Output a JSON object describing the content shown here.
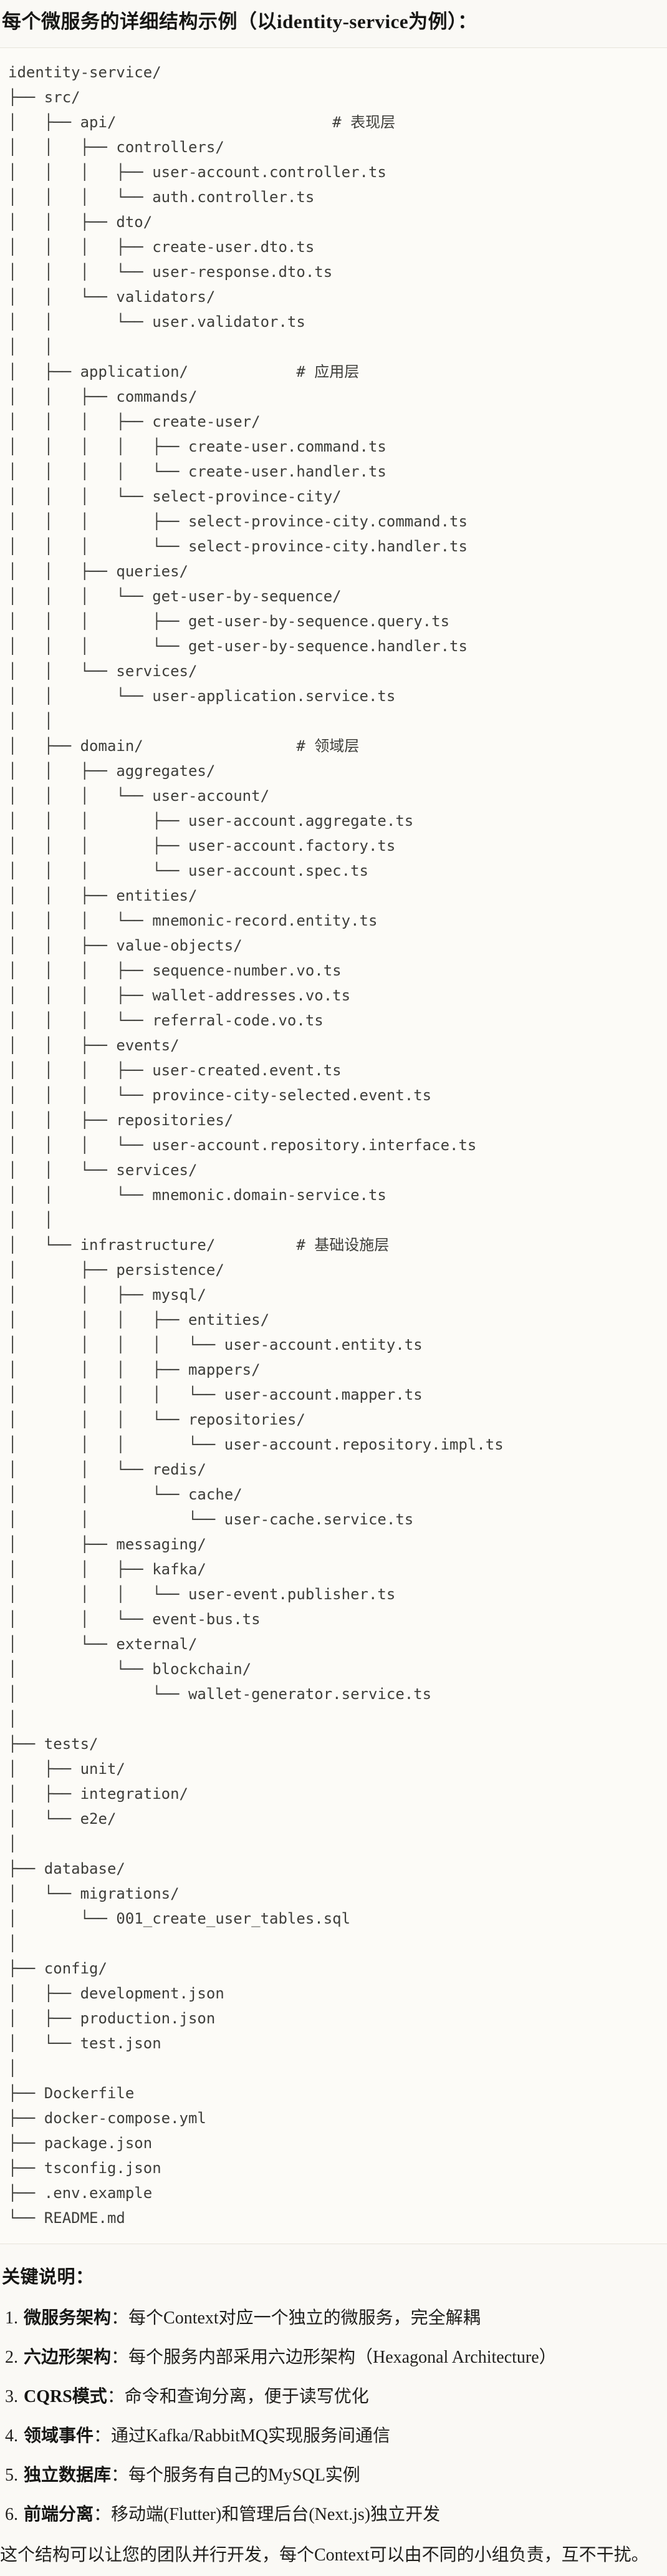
{
  "title": "每个微服务的详细结构示例（以identity-service为例）：",
  "code_block": {
    "lines": [
      "identity-service/",
      "├── src/",
      "│   ├── api/                        # 表现层",
      "│   │   ├── controllers/",
      "│   │   │   ├── user-account.controller.ts",
      "│   │   │   └── auth.controller.ts",
      "│   │   ├── dto/",
      "│   │   │   ├── create-user.dto.ts",
      "│   │   │   └── user-response.dto.ts",
      "│   │   └── validators/",
      "│   │       └── user.validator.ts",
      "│   │",
      "│   ├── application/            # 应用层",
      "│   │   ├── commands/",
      "│   │   │   ├── create-user/",
      "│   │   │   │   ├── create-user.command.ts",
      "│   │   │   │   └── create-user.handler.ts",
      "│   │   │   └── select-province-city/",
      "│   │   │       ├── select-province-city.command.ts",
      "│   │   │       └── select-province-city.handler.ts",
      "│   │   ├── queries/",
      "│   │   │   └── get-user-by-sequence/",
      "│   │   │       ├── get-user-by-sequence.query.ts",
      "│   │   │       └── get-user-by-sequence.handler.ts",
      "│   │   └── services/",
      "│   │       └── user-application.service.ts",
      "│   │",
      "│   ├── domain/                 # 领域层",
      "│   │   ├── aggregates/",
      "│   │   │   └── user-account/",
      "│   │   │       ├── user-account.aggregate.ts",
      "│   │   │       ├── user-account.factory.ts",
      "│   │   │       └── user-account.spec.ts",
      "│   │   ├── entities/",
      "│   │   │   └── mnemonic-record.entity.ts",
      "│   │   ├── value-objects/",
      "│   │   │   ├── sequence-number.vo.ts",
      "│   │   │   ├── wallet-addresses.vo.ts",
      "│   │   │   └── referral-code.vo.ts",
      "│   │   ├── events/",
      "│   │   │   ├── user-created.event.ts",
      "│   │   │   └── province-city-selected.event.ts",
      "│   │   ├── repositories/",
      "│   │   │   └── user-account.repository.interface.ts",
      "│   │   └── services/",
      "│   │       └── mnemonic.domain-service.ts",
      "│   │",
      "│   └── infrastructure/         # 基础设施层",
      "│       ├── persistence/",
      "│       │   ├── mysql/",
      "│       │   │   ├── entities/",
      "│       │   │   │   └── user-account.entity.ts",
      "│       │   │   ├── mappers/",
      "│       │   │   │   └── user-account.mapper.ts",
      "│       │   │   └── repositories/",
      "│       │   │       └── user-account.repository.impl.ts",
      "│       │   └── redis/",
      "│       │       └── cache/",
      "│       │           └── user-cache.service.ts",
      "│       ├── messaging/",
      "│       │   ├── kafka/",
      "│       │   │   └── user-event.publisher.ts",
      "│       │   └── event-bus.ts",
      "│       └── external/",
      "│           └── blockchain/",
      "│               └── wallet-generator.service.ts",
      "│",
      "├── tests/",
      "│   ├── unit/",
      "│   ├── integration/",
      "│   └── e2e/",
      "│",
      "├── database/",
      "│   └── migrations/",
      "│       └── 001_create_user_tables.sql",
      "│",
      "├── config/",
      "│   ├── development.json",
      "│   ├── production.json",
      "│   └── test.json",
      "│",
      "├── Dockerfile",
      "├── docker-compose.yml",
      "├── package.json",
      "├── tsconfig.json",
      "├── .env.example",
      "└── README.md"
    ]
  },
  "notes": {
    "heading": "关键说明：",
    "items": [
      {
        "number": "1.",
        "label": "微服务架构",
        "text": "：每个Context对应一个独立的微服务，完全解耦"
      },
      {
        "number": "2.",
        "label": "六边形架构",
        "text": "：每个服务内部采用六边形架构（Hexagonal Architecture）"
      },
      {
        "number": "3.",
        "label": "CQRS模式",
        "text": "：命令和查询分离，便于读写优化"
      },
      {
        "number": "4.",
        "label": "领域事件",
        "text": "：通过Kafka/RabbitMQ实现服务间通信"
      },
      {
        "number": "5.",
        "label": "独立数据库",
        "text": "：每个服务有自己的MySQL实例"
      },
      {
        "number": "6.",
        "label": "前端分离",
        "text": "：移动端(Flutter)和管理后台(Next.js)独立开发"
      }
    ]
  },
  "closing": "这个结构可以让您的团队并行开发，每个Context可以由不同的小组负责，互不干扰。",
  "colors": {
    "page_bg": "#faf9f5",
    "code_bg": "#fcfbf7",
    "code_border": "#e7e4db",
    "code_text": "#3e3e3a",
    "heading_text": "#161614",
    "body_text": "#201f1c"
  }
}
